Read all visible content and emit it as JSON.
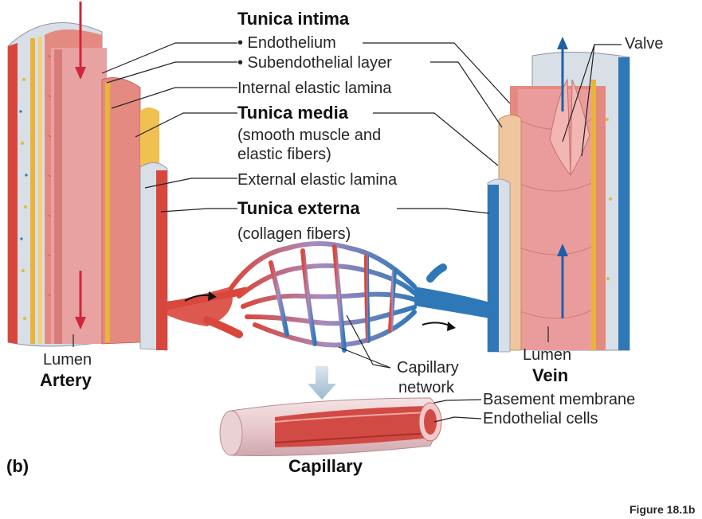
{
  "labels": {
    "tunica_intima": "Tunica intima",
    "endothelium": "• Endothelium",
    "subendothelial": "• Subendothelial layer",
    "internal_elastic": "Internal elastic lamina",
    "tunica_media": "Tunica media",
    "media_desc_1": "(smooth muscle and",
    "media_desc_2": "elastic fibers)",
    "external_elastic": "External elastic lamina",
    "tunica_externa": "Tunica externa",
    "externa_desc": "(collagen fibers)",
    "valve": "Valve",
    "lumen_left": "Lumen",
    "artery": "Artery",
    "lumen_right": "Lumen",
    "vein": "Vein",
    "capillary_network_1": "Capillary",
    "capillary_network_2": "network",
    "basement_membrane": "Basement membrane",
    "endothelial_cells": "Endothelial cells",
    "panel": "(b)",
    "capillary": "Capillary",
    "figure": "Figure 18.1b"
  },
  "colors": {
    "artery_red": "#d9473c",
    "vein_blue": "#2f78b8",
    "capillary_purple": "#9a86b8",
    "media_pink": "#e58a80",
    "intima_pink": "#e9a2a2",
    "elastic_yellow": "#e8b53a",
    "externa_gray": "#d8dfe6",
    "arrow_red": "#d0263a",
    "arrow_blue": "#1f5fa8"
  }
}
